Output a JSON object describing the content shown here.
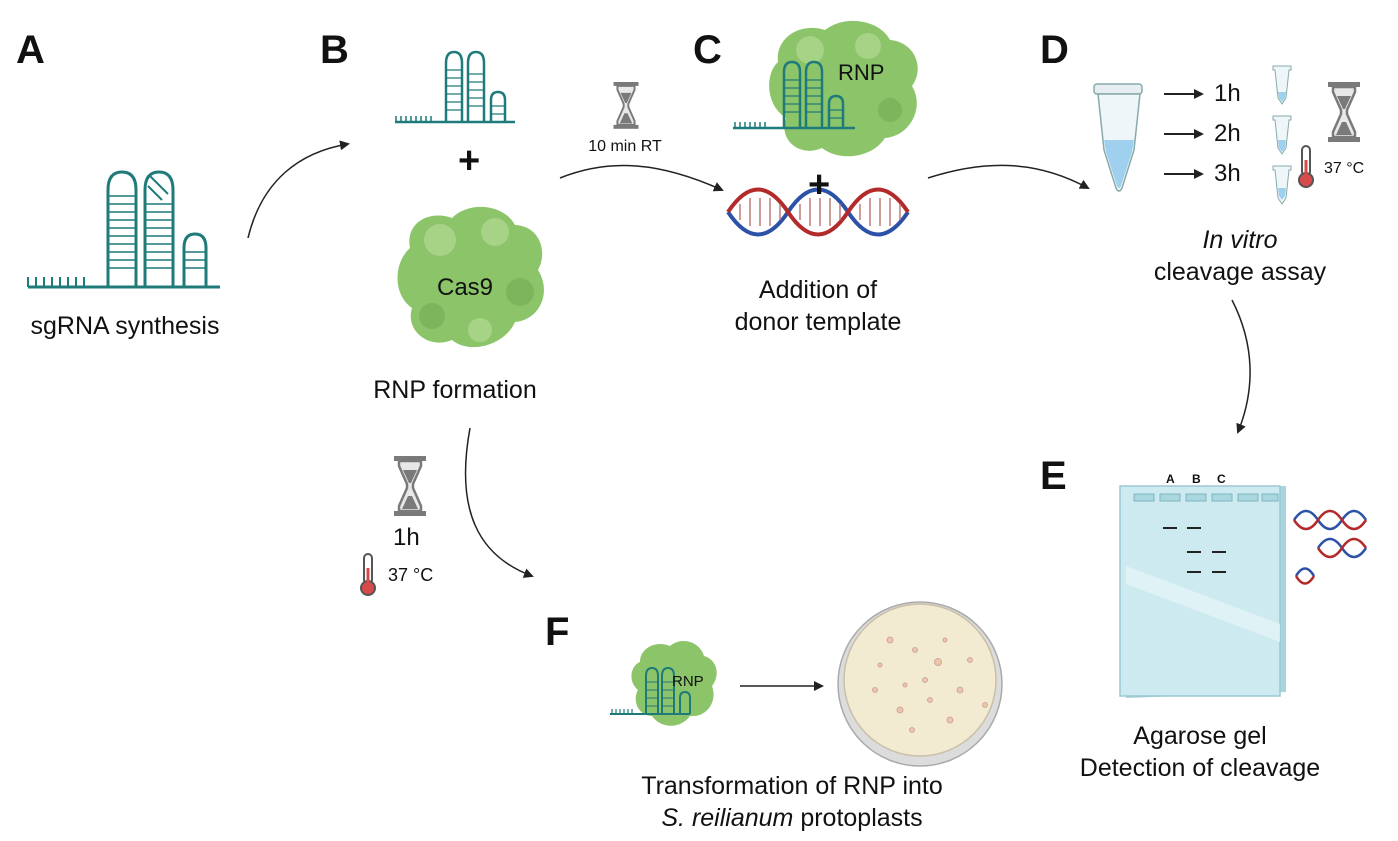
{
  "panels": [
    "A",
    "B",
    "C",
    "D",
    "E",
    "F"
  ],
  "texts": {
    "sgrna_synthesis": "sgRNA synthesis",
    "rnp_formation": "RNP formation",
    "cas9": "Cas9",
    "rnp": "RNP",
    "ten_min_rt": "10 min RT",
    "addition_line1": "Addition of",
    "addition_line2": "donor template",
    "t1": "1h",
    "t2": "2h",
    "t3": "3h",
    "temp": "37 °C",
    "invitro_italic": "In vitro",
    "cleavage_assay": "cleavage assay",
    "gel_line1": "Agarose gel",
    "gel_line2": "Detection of cleavage",
    "incubation_time": "1h",
    "transform_line1": "Transformation of RNP into",
    "transform_italic": "S. reilianum",
    "transform_rest": " protoplasts",
    "plus": "+",
    "lanes": [
      "A",
      "B",
      "C"
    ]
  },
  "colors": {
    "rna": "#1f7a7a",
    "protein": "#8cc46a",
    "protein_dark": "#6fa84f",
    "dna_red": "#b22a2a",
    "dna_blue": "#2c52a8",
    "gel": "#cdeaf0",
    "hourglass": "#7a7a7a",
    "tube_liquid": "#9fd0ee",
    "plate": "#f3ead2"
  },
  "icons": [
    "sgrna-hairpin-icon",
    "cas9-protein-icon",
    "rnp-complex-icon",
    "hourglass-icon",
    "thermometer-icon",
    "dna-helix-icon",
    "microtube-icon",
    "agarose-gel-icon",
    "petri-dish-icon",
    "arrow-icon"
  ]
}
